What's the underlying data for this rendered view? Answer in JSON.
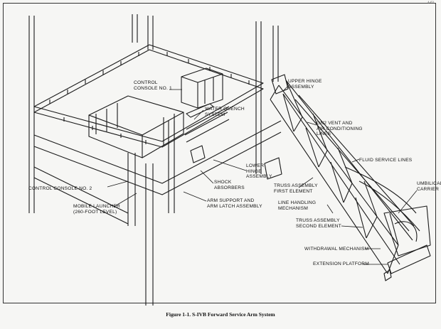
{
  "page_mark": "4-03",
  "caption": "Figure 1-1.  S-IVB Forward Service Arm System",
  "callouts": {
    "control_console_1": "CONTROL\nCONSOLE NO. 1",
    "upper_hinge_assembly": "UPPER HINGE\nASSEMBLY",
    "water_quench_system": "WATER QUENCH\nSYSTEM",
    "gn2_vent": "GN2 VENT AND\nAIR CONDITIONING\nLINES",
    "fluid_service_lines": "FLUID SERVICE LINES",
    "lower_hinge_assembly": "LOWER\nHINGE\nASSEMBLY",
    "umbilical_carrier": "UMBILICAL\nCARRIER",
    "truss_assembly_first": "TRUSS ASSEMBLY\nFIRST ELEMENT",
    "shock_absorbers": "SHOCK\nABSORBERS",
    "control_console_2": "CONTROL CONSOLE NO. 2",
    "arm_support": "ARM SUPPORT AND\nARM LATCH ASSEMBLY",
    "line_handling_mechanism": "LINE HANDLING\nMECHANISM",
    "mobile_launcher": "MOBILE LAUNCHER\n(260-FOOT LEVEL)",
    "truss_assembly_second": "TRUSS ASSEMBLY\nSECOND ELEMENT",
    "withdrawal_mechanism": "WITHDRAWAL MECHANISM",
    "extension_platform": "EXTENSION PLATFORM"
  }
}
